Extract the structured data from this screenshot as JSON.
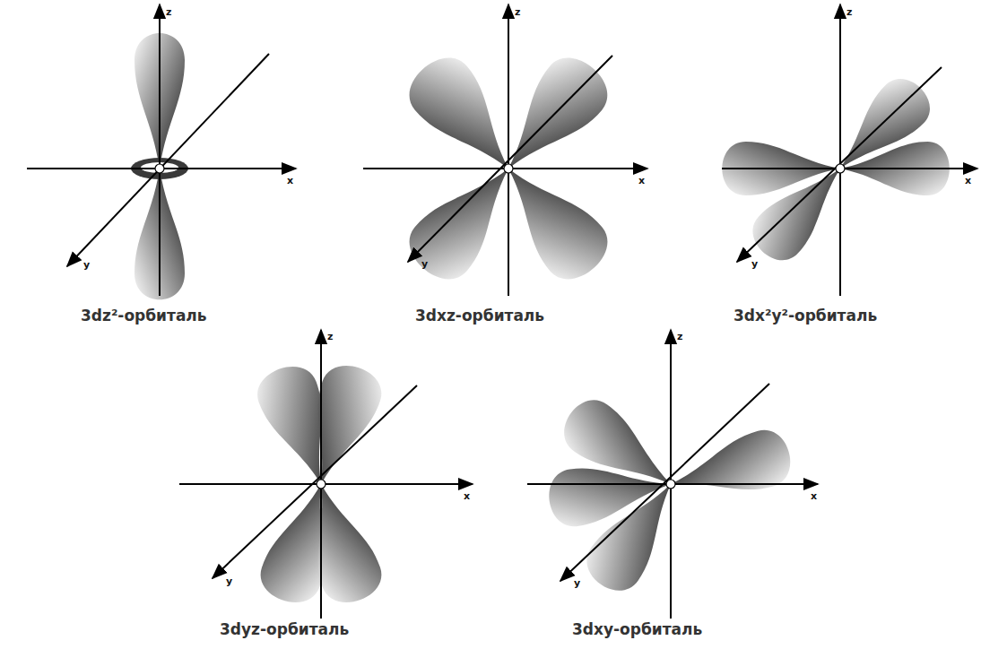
{
  "diagram": {
    "labels": [
      "z",
      "x",
      "y",
      "3dz²-орбиталь",
      "z",
      "x",
      "y",
      "3dxz-орбиталь",
      "z",
      "x",
      "y",
      "3dx²y²-орбиталь",
      "z",
      "x",
      "y",
      "3dyz-орбиталь",
      "z",
      "x",
      "y",
      "3dxy-орбиталь"
    ]
  }
}
